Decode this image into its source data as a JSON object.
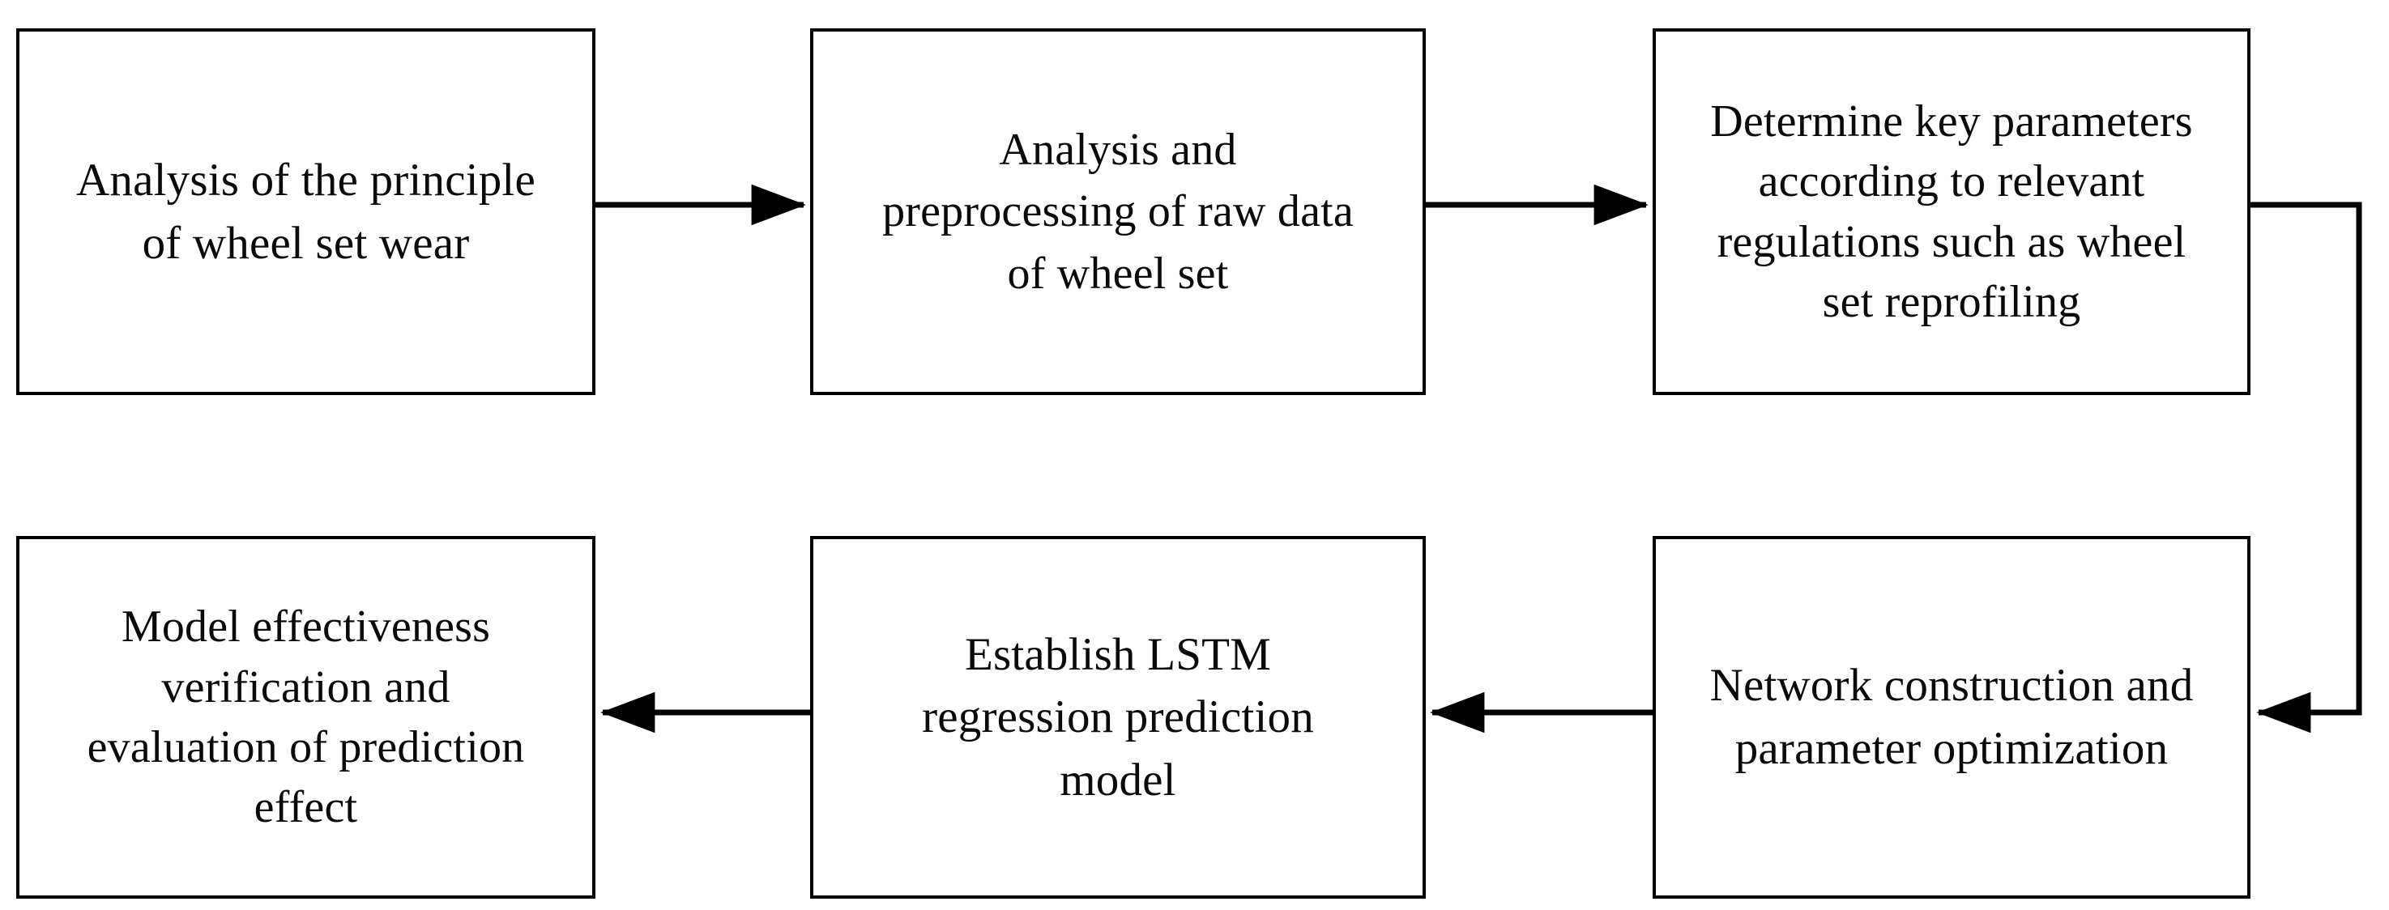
{
  "diagram": {
    "title": "Wheel set wear prediction methodology flowchart",
    "background_color": "#ffffff",
    "stroke_color": "#000000",
    "text_color": "#0a0a0a",
    "nodes": [
      {
        "id": "node-1",
        "name": "analysis-principle-wheel-set-wear",
        "label": "Analysis of the principle\nof wheel set wear",
        "row": "top",
        "column": 1
      },
      {
        "id": "node-2",
        "name": "analysis-preprocessing-raw-data",
        "label": "Analysis and\npreprocessing of raw data\nof wheel set",
        "row": "top",
        "column": 2
      },
      {
        "id": "node-3",
        "name": "determine-key-parameters",
        "label": "Determine key parameters\naccording to relevant\nregulations such as wheel\nset reprofiling",
        "row": "top",
        "column": 3
      },
      {
        "id": "node-4",
        "name": "model-effectiveness-verification",
        "label": "Model effectiveness\nverification and\nevaluation of prediction\neffect",
        "row": "bottom",
        "column": 1
      },
      {
        "id": "node-5",
        "name": "establish-lstm-regression-model",
        "label": "Establish LSTM\nregression prediction\nmodel",
        "row": "bottom",
        "column": 2
      },
      {
        "id": "node-6",
        "name": "network-construction-parameter-optimization",
        "label": "Network construction and\nparameter optimization",
        "row": "bottom",
        "column": 3
      }
    ],
    "connectors": [
      {
        "id": "edge-1-2",
        "name": "connector-node1-to-node2",
        "from": "node-1",
        "to": "node-2",
        "type": "straight-horizontal",
        "direction": "right",
        "arrowhead": "end"
      },
      {
        "id": "edge-2-3",
        "name": "connector-node2-to-node3",
        "from": "node-2",
        "to": "node-3",
        "type": "straight-horizontal",
        "direction": "right",
        "arrowhead": "end"
      },
      {
        "id": "edge-3-6",
        "name": "connector-node3-to-node6",
        "from": "node-3",
        "to": "node-6",
        "type": "elbow-right-down-left",
        "direction": "down-left",
        "arrowhead": "end"
      },
      {
        "id": "edge-6-5",
        "name": "connector-node6-to-node5",
        "from": "node-6",
        "to": "node-5",
        "type": "straight-horizontal",
        "direction": "left",
        "arrowhead": "end"
      },
      {
        "id": "edge-5-4",
        "name": "connector-node5-to-node4",
        "from": "node-5",
        "to": "node-4",
        "type": "straight-horizontal",
        "direction": "left",
        "arrowhead": "end"
      }
    ]
  }
}
